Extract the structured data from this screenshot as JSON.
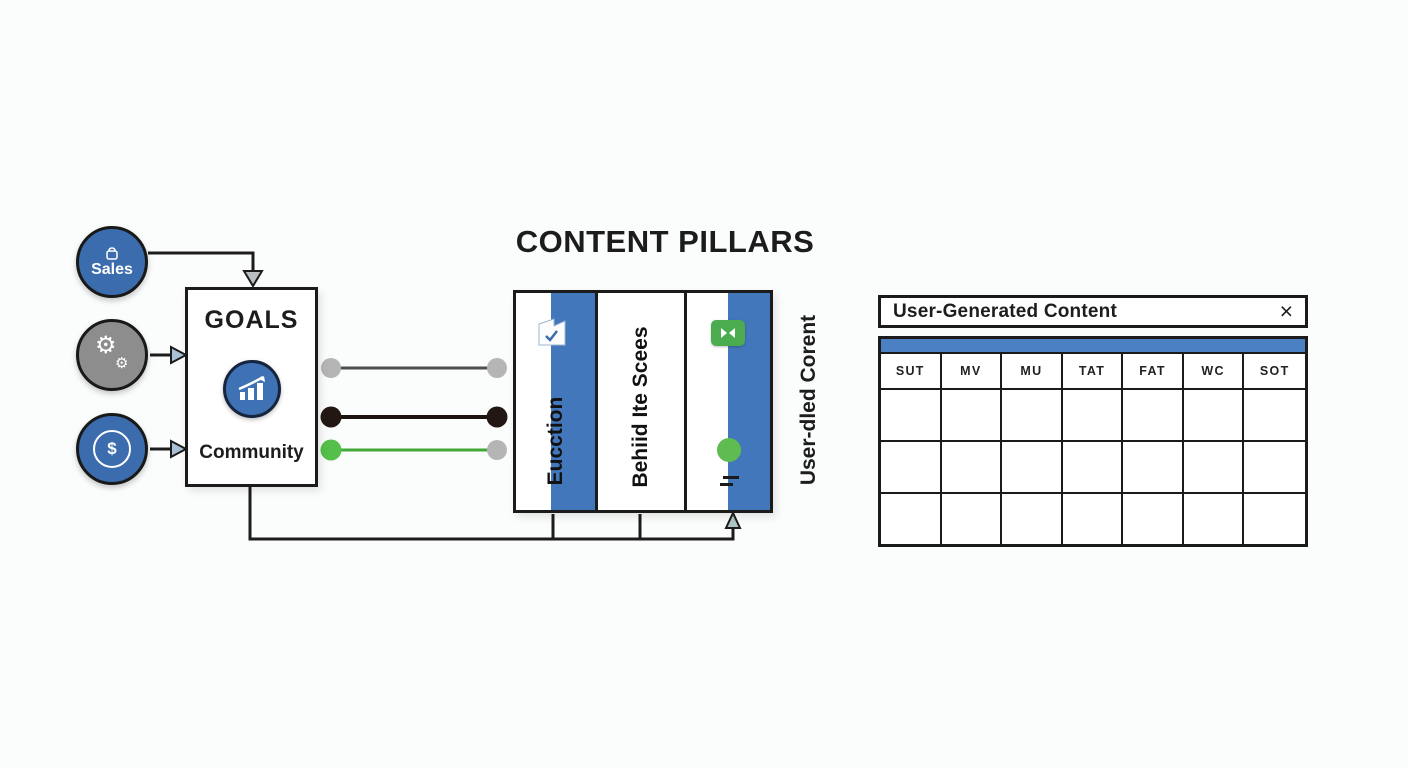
{
  "diagram": {
    "title": "CONTENT PILLARS",
    "goal_circles": [
      {
        "id": "sales",
        "label": "Sales",
        "color": "#3b6dae"
      },
      {
        "id": "gears",
        "label": "",
        "color": "#8d8d8d"
      },
      {
        "id": "dollar",
        "label": "",
        "color": "#3b6dae"
      }
    ],
    "goals_box": {
      "title": "GOALS",
      "item": "Community"
    },
    "pillars": {
      "column1_label": "Eucction",
      "column2_label": "Behiid Ite Scees",
      "side_label": "User-dled Corent"
    }
  },
  "icons": {
    "gear_glyph": "⚙",
    "dollar_glyph": "$",
    "close_glyph": "×"
  },
  "calendar": {
    "title": "User-Generated Content",
    "day_headers": [
      "SUT",
      "MV",
      "MU",
      "TAT",
      "FAT",
      "WC",
      "SOT"
    ],
    "body_rows": 3,
    "body_cols": 7
  },
  "colors": {
    "pillar_blue": "#4377bb",
    "calendar_strip_blue": "#4b80c2",
    "circle_blue": "#3b6dae",
    "circle_gray": "#8d8d8d",
    "green_chip": "#4aac4e",
    "green_dot": "#5fbc50",
    "line_black": "#1c1c1c",
    "dot_gray": "#b5b5b5",
    "dot_black": "#221712",
    "dot_green": "#54bf49"
  }
}
